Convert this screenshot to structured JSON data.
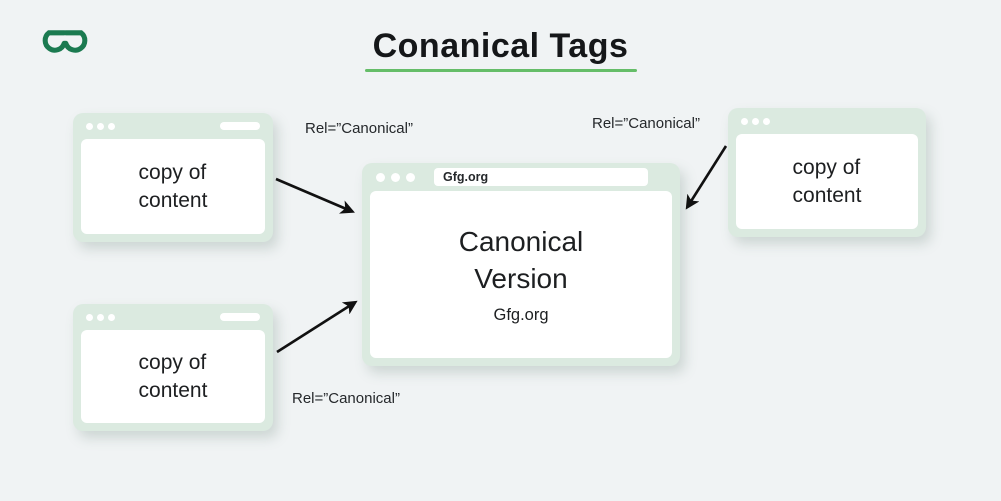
{
  "title": {
    "text": "Conanical Tags"
  },
  "logo": {
    "name": "GeeksforGeeks logo",
    "color": "#1b7a50"
  },
  "diagram": {
    "copy_windows": [
      {
        "id": "top-left",
        "content": "copy of\ncontent"
      },
      {
        "id": "bottom-left",
        "content": "copy of\ncontent"
      },
      {
        "id": "right",
        "content": "copy of\ncontent"
      }
    ],
    "canonical_window": {
      "address": "Gfg.org",
      "heading": "Canonical\nVersion",
      "subheading": "Gfg.org"
    },
    "arrow_labels": {
      "top_left": "Rel=”Canonical”",
      "top_right": "Rel=”Canonical”",
      "bottom": "Rel=”Canonical”"
    },
    "arrows": [
      {
        "from": "copy-top-left",
        "to": "canonical-version"
      },
      {
        "from": "copy-bottom-left",
        "to": "canonical-version"
      },
      {
        "from": "copy-right",
        "to": "canonical-version"
      }
    ]
  },
  "colors": {
    "background": "#f0f3f4",
    "window_frame": "#dbeae0",
    "window_content": "#ffffff",
    "title_underline": "#65bd68",
    "text": "#1d1f21",
    "arrow": "#111111"
  }
}
